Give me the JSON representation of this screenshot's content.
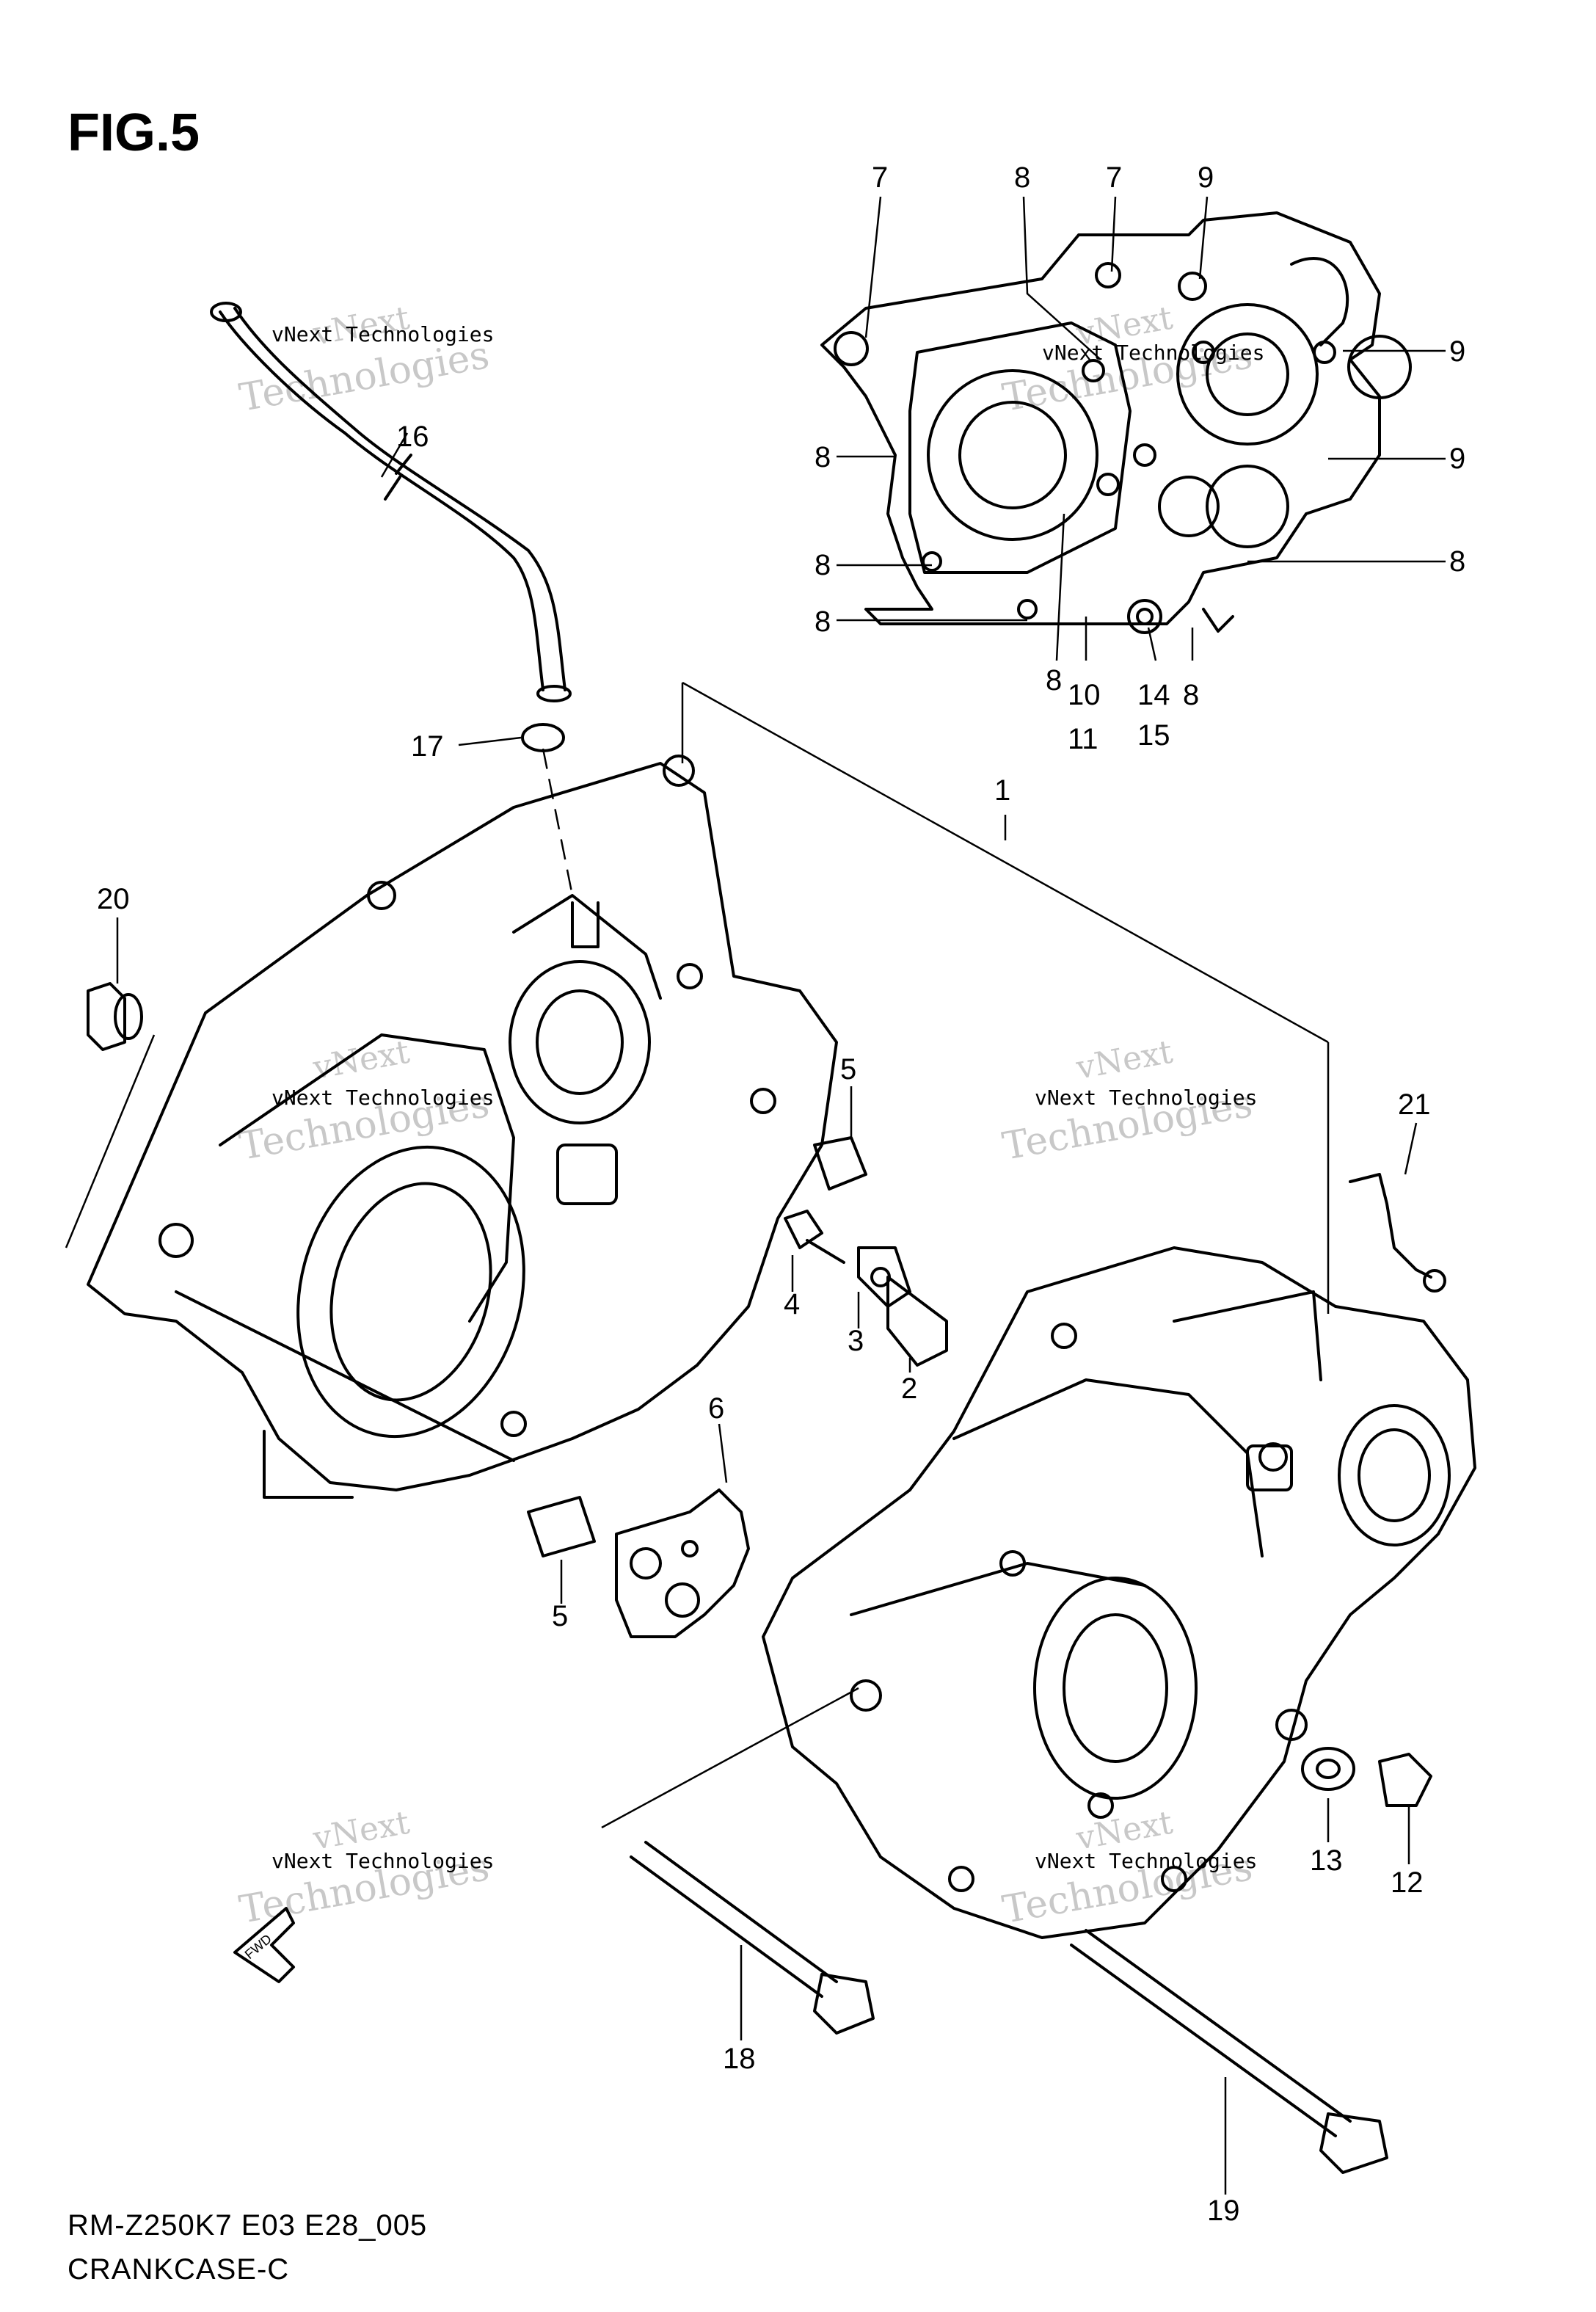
{
  "figure_title": "FIG.5",
  "model_code": "RM-Z250K7 E03 E28_005",
  "diagram_name": "CRANKCASE-C",
  "watermark": {
    "company": "vNext Technologies",
    "line1": "vNext",
    "line2": "Technologies"
  },
  "fwd_label": "FWD",
  "callouts": [
    {
      "id": "c-7a",
      "text": "7"
    },
    {
      "id": "c-8a",
      "text": "8"
    },
    {
      "id": "c-7b",
      "text": "7"
    },
    {
      "id": "c-9a",
      "text": "9"
    },
    {
      "id": "c-9b",
      "text": "9"
    },
    {
      "id": "c-8b",
      "text": "8"
    },
    {
      "id": "c-9c",
      "text": "9"
    },
    {
      "id": "c-8c",
      "text": "8"
    },
    {
      "id": "c-8d",
      "text": "8"
    },
    {
      "id": "c-8e",
      "text": "8"
    },
    {
      "id": "c-8f",
      "text": "8"
    },
    {
      "id": "c-10",
      "text": "10"
    },
    {
      "id": "c-11",
      "text": "11"
    },
    {
      "id": "c-14",
      "text": "14"
    },
    {
      "id": "c-15",
      "text": "15"
    },
    {
      "id": "c-8g",
      "text": "8"
    },
    {
      "id": "c-16",
      "text": "16"
    },
    {
      "id": "c-17",
      "text": "17"
    },
    {
      "id": "c-1",
      "text": "1"
    },
    {
      "id": "c-20",
      "text": "20"
    },
    {
      "id": "c-5a",
      "text": "5"
    },
    {
      "id": "c-21",
      "text": "21"
    },
    {
      "id": "c-4",
      "text": "4"
    },
    {
      "id": "c-3",
      "text": "3"
    },
    {
      "id": "c-2",
      "text": "2"
    },
    {
      "id": "c-6",
      "text": "6"
    },
    {
      "id": "c-5b",
      "text": "5"
    },
    {
      "id": "c-13",
      "text": "13"
    },
    {
      "id": "c-12",
      "text": "12"
    },
    {
      "id": "c-18",
      "text": "18"
    },
    {
      "id": "c-19",
      "text": "19"
    }
  ]
}
